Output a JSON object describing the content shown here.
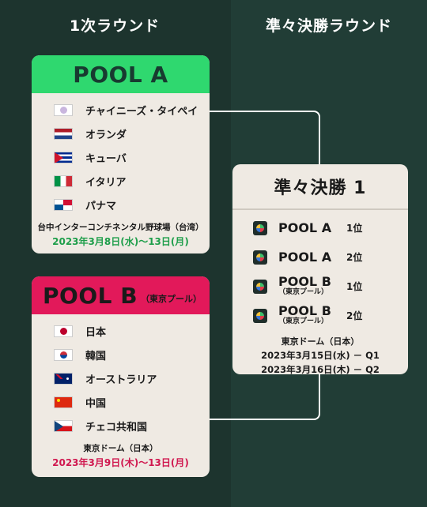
{
  "header": {
    "left_title": "1次ラウンド",
    "right_title": "準々決勝ラウンド"
  },
  "pool_a": {
    "name": "POOL A",
    "teams": [
      {
        "name": "チャイニーズ・タイペイ",
        "flag": "chinese-taipei-flag"
      },
      {
        "name": "オランダ",
        "flag": "netherlands-flag"
      },
      {
        "name": "キューバ",
        "flag": "cuba-flag"
      },
      {
        "name": "イタリア",
        "flag": "italy-flag"
      },
      {
        "name": "パナマ",
        "flag": "panama-flag"
      }
    ],
    "venue": "台中インターコンチネンタル野球場（台湾）",
    "dates": "2023年3月8日(水)〜13日(月)",
    "accent": "#2fd86f"
  },
  "pool_b": {
    "name": "POOL B",
    "sub": "（東京プール）",
    "teams": [
      {
        "name": "日本",
        "flag": "japan-flag"
      },
      {
        "name": "韓国",
        "flag": "korea-flag"
      },
      {
        "name": "オーストラリア",
        "flag": "australia-flag"
      },
      {
        "name": "中国",
        "flag": "china-flag"
      },
      {
        "name": "チェコ共和国",
        "flag": "czech-flag"
      }
    ],
    "venue": "東京ドーム（日本）",
    "dates": "2023年3月9日(木)〜13日(月)",
    "accent": "#e2195a"
  },
  "quarterfinal": {
    "title": "準々決勝 1",
    "rows": [
      {
        "pool": "POOL A",
        "sub": "",
        "rank": "1位"
      },
      {
        "pool": "POOL A",
        "sub": "",
        "rank": "2位"
      },
      {
        "pool": "POOL B",
        "sub": "（東京プール）",
        "rank": "1位"
      },
      {
        "pool": "POOL B",
        "sub": "（東京プール）",
        "rank": "2位"
      }
    ],
    "venue": "東京ドーム（日本）",
    "dates": [
      "2023年3月15日(水) － Q1",
      "2023年3月16日(木) － Q2"
    ]
  }
}
